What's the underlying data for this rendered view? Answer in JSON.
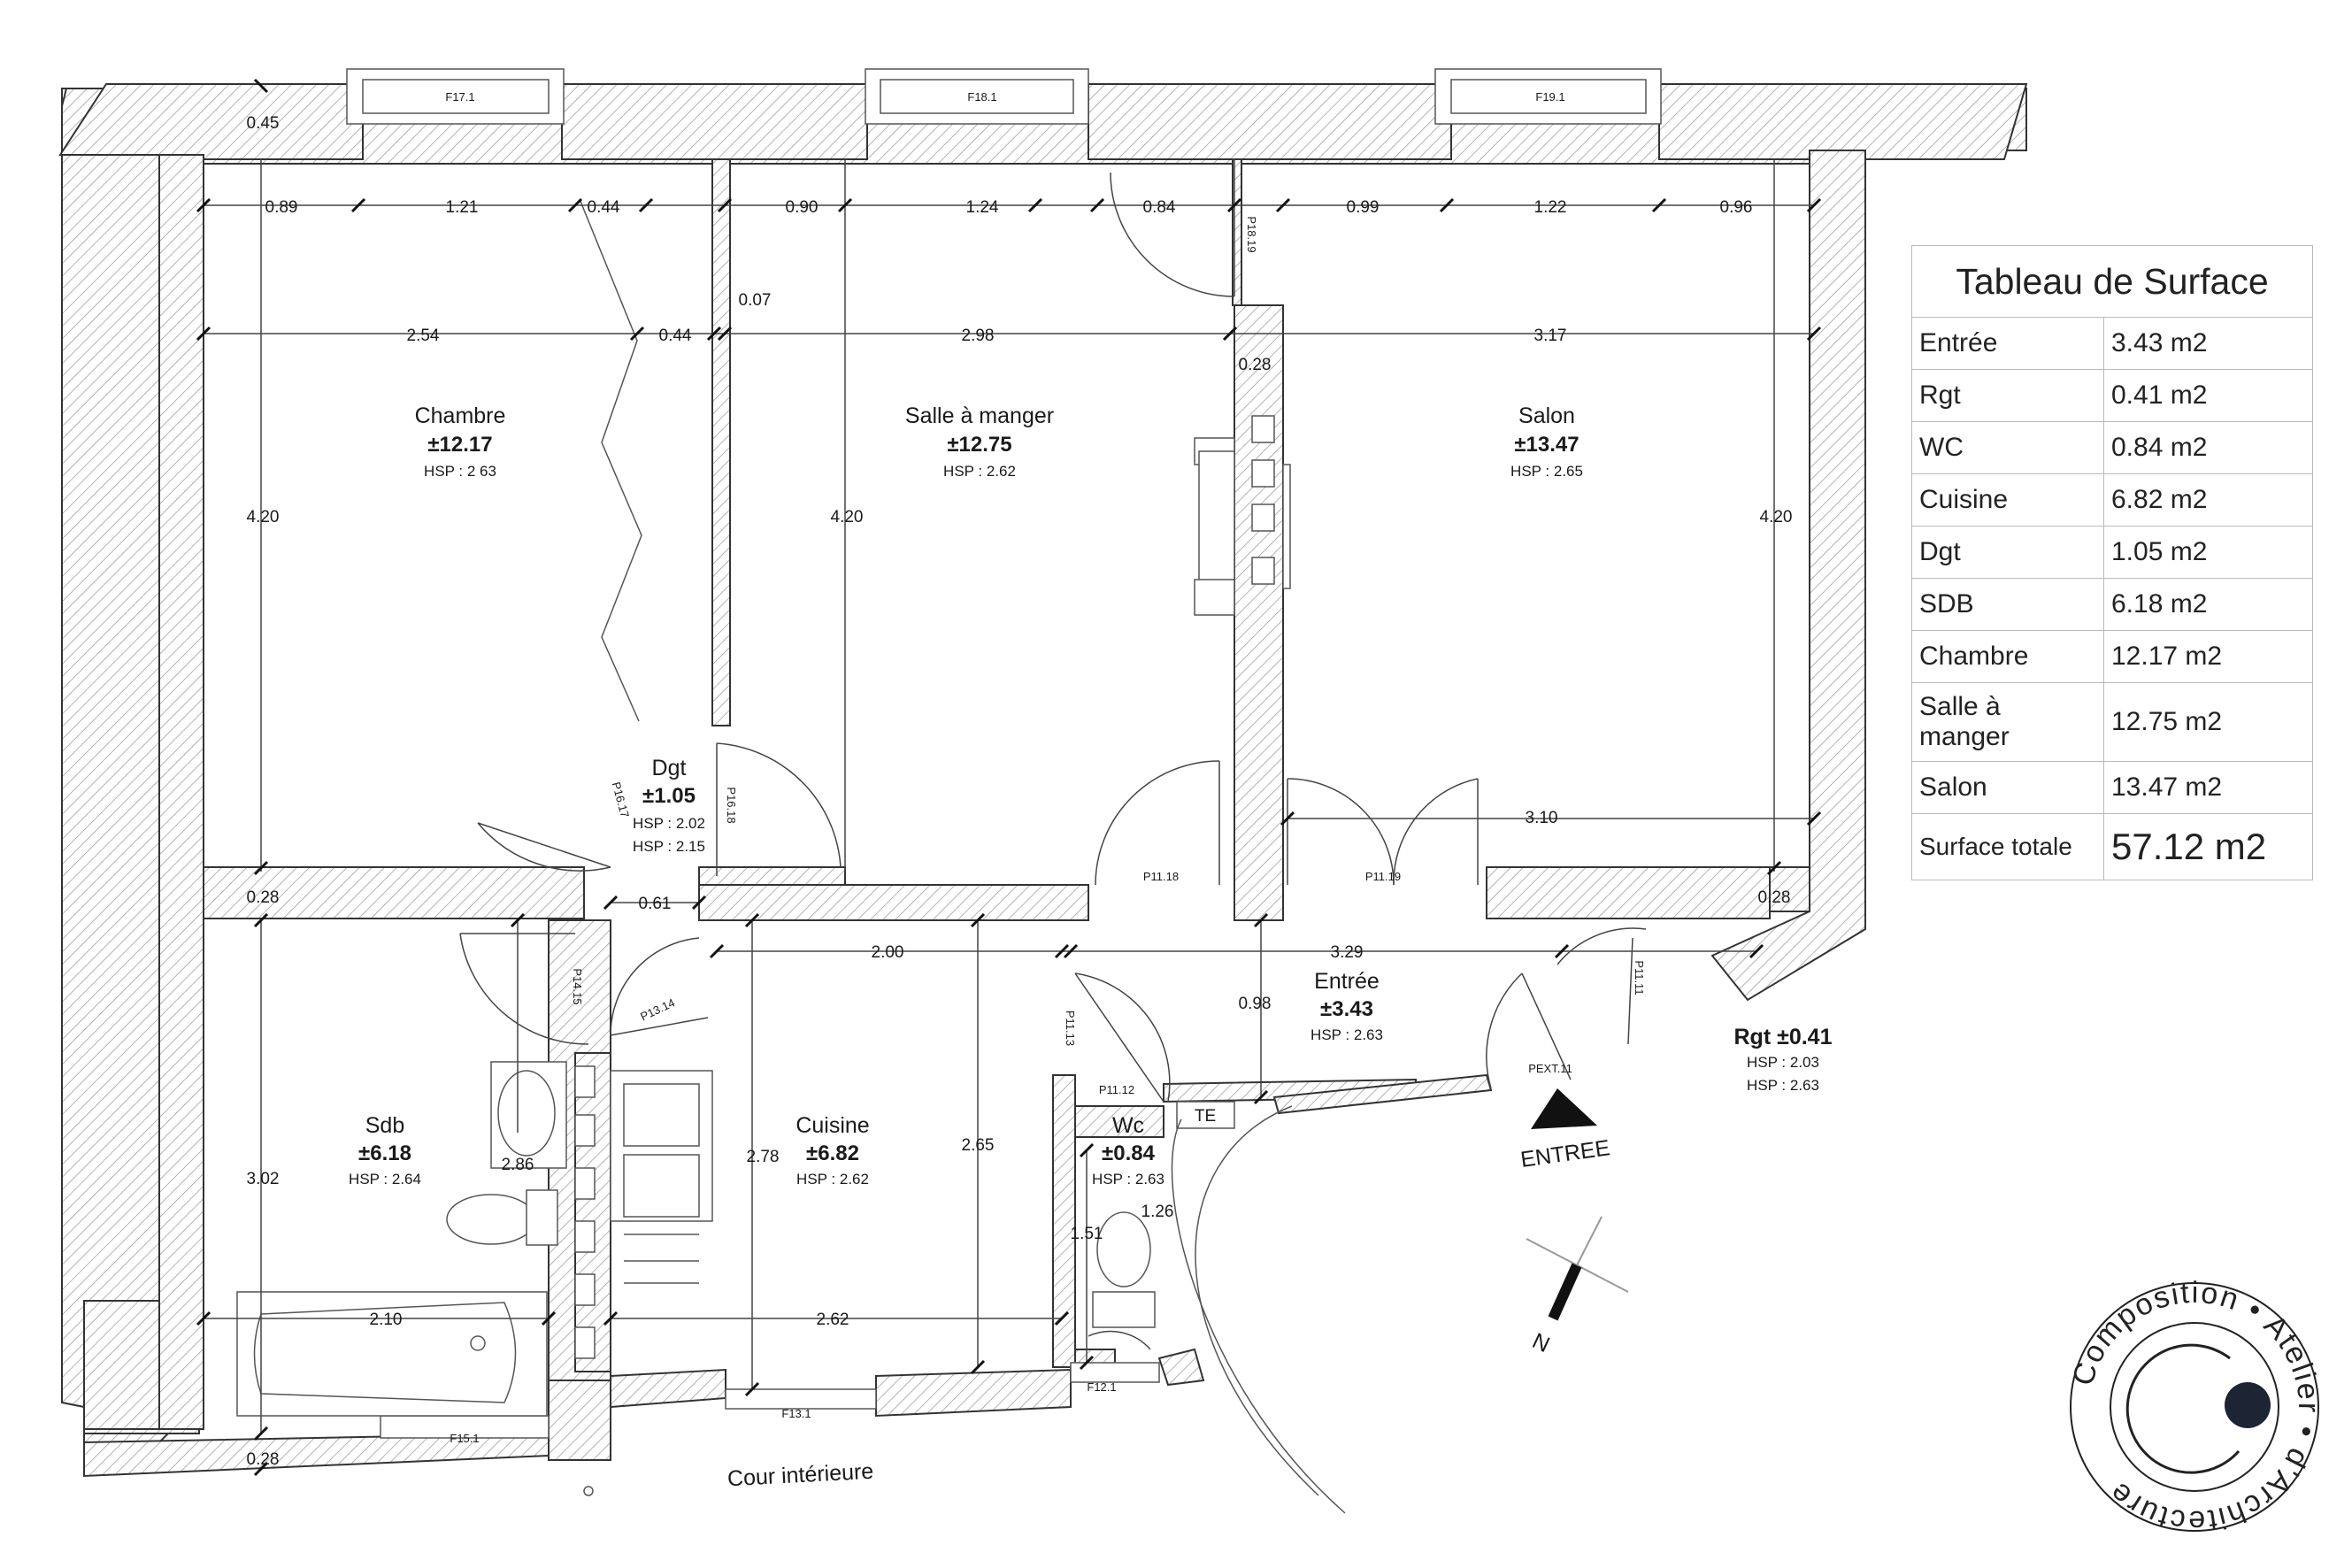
{
  "table": {
    "title": "Tableau de Surface",
    "rows": [
      {
        "label": "Entrée",
        "value": "3.43 m2"
      },
      {
        "label": "Rgt",
        "value": "0.41 m2"
      },
      {
        "label": "WC",
        "value": "0.84 m2"
      },
      {
        "label": "Cuisine",
        "value": "6.82 m2"
      },
      {
        "label": "Dgt",
        "value": "1.05 m2"
      },
      {
        "label": "SDB",
        "value": "6.18 m2"
      },
      {
        "label": "Chambre",
        "value": "12.17 m2"
      },
      {
        "label": "Salle à manger",
        "value": "12.75 m2"
      },
      {
        "label": "Salon",
        "value": "13.47 m2"
      }
    ],
    "total_label": "Surface totale",
    "total_value": "57.12 m2"
  },
  "rooms": {
    "chambre": {
      "name": "Chambre",
      "area": "±12.17",
      "hsp": "HSP : 2 63"
    },
    "salle": {
      "name": "Salle à manger",
      "area": "±12.75",
      "hsp": "HSP : 2.62"
    },
    "salon": {
      "name": "Salon",
      "area": "±13.47",
      "hsp": "HSP : 2.65"
    },
    "dgt": {
      "name": "Dgt",
      "area": "±1.05",
      "hsp1": "HSP : 2.02",
      "hsp2": "HSP : 2.15"
    },
    "sdb": {
      "name": "Sdb",
      "area": "±6.18",
      "hsp": "HSP : 2.64"
    },
    "cuisine": {
      "name": "Cuisine",
      "area": "±6.82",
      "hsp": "HSP : 2.62"
    },
    "wc": {
      "name": "Wc",
      "area": "±0.84",
      "hsp": "HSP : 2.63"
    },
    "entree": {
      "name": "Entrée",
      "area": "±3.43",
      "hsp": "HSP : 2.63"
    },
    "rgt": {
      "name": "Rgt ±0.41",
      "hsp1": "HSP : 2.03",
      "hsp2": "HSP : 2.63"
    }
  },
  "dims": {
    "d045": "0.45",
    "d089": "0.89",
    "d121": "1.21",
    "d044a": "0.44",
    "d090": "0.90",
    "d124": "1.24",
    "d084": "0.84",
    "d099": "0.99",
    "d122": "1.22",
    "d096": "0.96",
    "d007": "0.07",
    "d254": "2.54",
    "d044b": "0.44",
    "d298": "2.98",
    "d317": "3.17",
    "d028a": "0.28",
    "d420a": "4.20",
    "d420b": "4.20",
    "d420c": "4.20",
    "d028b": "0.28",
    "d061": "0.61",
    "d310": "3.10",
    "d028c": "0.28",
    "d200": "2.00",
    "d329": "3.29",
    "d098": "0.98",
    "d278": "2.78",
    "d265": "2.65",
    "d302": "3.02",
    "d286": "2.86",
    "d126": "1.26",
    "d151": "1.51",
    "d210": "2.10",
    "d262": "2.62",
    "d028d": "0.28"
  },
  "tags": {
    "f171": "F17.1",
    "f181": "F18.1",
    "f191": "F19.1",
    "p1819": "P18.19",
    "p1617": "P16.17",
    "p1618": "P16.18",
    "p1118": "P11.18",
    "p1119": "P11.19",
    "p1415": "P14.15",
    "p1314": "P13.14",
    "p1113": "P11.13",
    "p1112": "P11.12",
    "p1111": "P11.11",
    "pext": "PEXT.11",
    "te": "TE",
    "f121": "F12.1",
    "f131": "F13.1",
    "f151": "F15.1"
  },
  "labels": {
    "entrance": "ENTREE",
    "courtyard": "Cour intérieure",
    "north": "N"
  },
  "logo": {
    "text": "Composition • Atelier • d'Architecture",
    "dot_color": "#1d2433"
  }
}
